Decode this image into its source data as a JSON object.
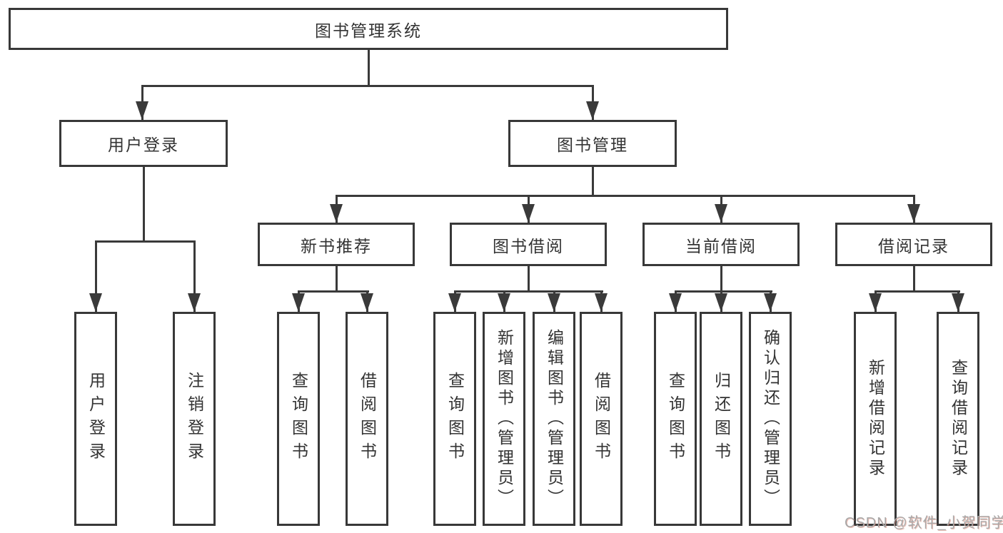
{
  "diagram": {
    "root": "图书管理系统",
    "level2": {
      "user_login": "用户登录",
      "book_mgmt": "图书管理"
    },
    "level3": {
      "rec": "新书推荐",
      "borrow": "图书借阅",
      "current": "当前借阅",
      "record": "借阅记录"
    },
    "leaves": {
      "login": "用户登录",
      "logout": "注销登录",
      "rec_query": "查询图书",
      "rec_borrow": "借阅图书",
      "bb_query": "查询图书",
      "bb_add": "新增图书（管理员）",
      "bb_edit": "编辑图书（管理员）",
      "bb_borrow": "借阅图书",
      "cb_query": "查询图书",
      "cb_return": "归还图书",
      "cb_confirm": "确认归还（管理员）",
      "br_add": "新增借阅记录",
      "br_query": "查询借阅记录"
    }
  },
  "colors": {
    "line": "#3a3a3a",
    "text": "#333333",
    "background": "#ffffff",
    "watermark": "#a8a8a8"
  },
  "watermark": "CSDN @软件_小贺同学"
}
